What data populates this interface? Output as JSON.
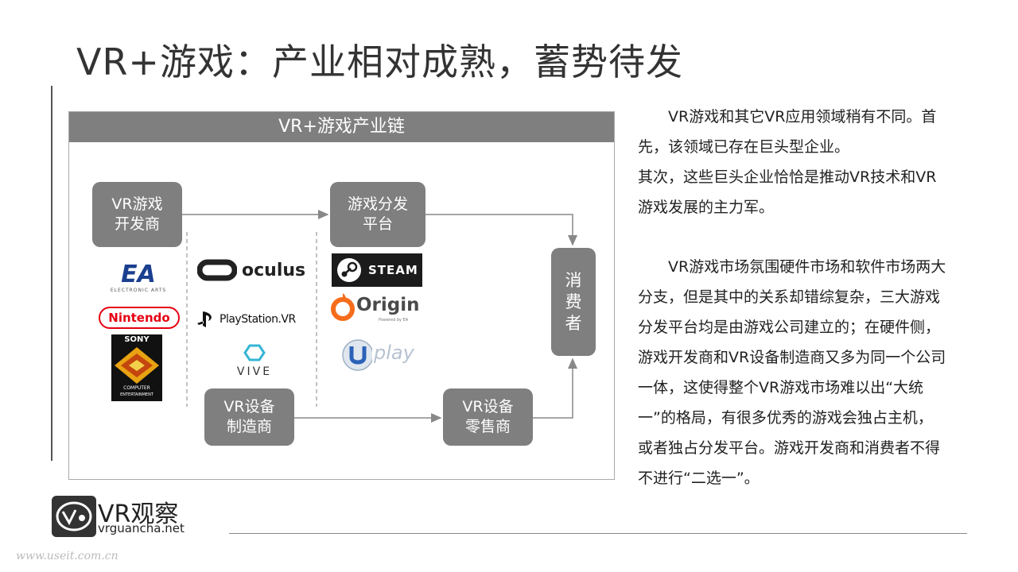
{
  "title": "VR+游戏：产业相对成熟，蓄势待发",
  "panel": {
    "heading": "VR+游戏产业链"
  },
  "nodes": {
    "developer": [
      "VR游戏",
      "开发商"
    ],
    "platform": [
      "游戏分发",
      "平台"
    ],
    "consumer": [
      "消",
      "费",
      "者"
    ],
    "manufacturer": [
      "VR设备",
      "制造商"
    ],
    "retailer": [
      "VR设备",
      "零售商"
    ]
  },
  "logos": {
    "ea": {
      "mark": "EA",
      "sub": "ELECTRONIC ARTS"
    },
    "nintendo": "Nintendo",
    "sony": {
      "top": "SONY",
      "bottom1": "COMPUTER",
      "bottom2": "ENTERTAINMENT"
    },
    "oculus": "oculus",
    "psvr": "PlayStation.VR",
    "vive": "VIVE",
    "steam": "STEAM",
    "origin": {
      "name": "Origin",
      "sub": "Powered by EA"
    },
    "uplay": "play"
  },
  "paragraphs": [
    [
      "　　VR游戏和其它VR应用领域稍有不同。首",
      "先，该领域已存在巨头型企业。",
      "其次，这些巨头企业恰恰是推动VR技术和VR",
      "游戏发展的主力军。"
    ],
    [
      "　　VR游戏市场氛围硬件市场和软件市场两大",
      "分支，但是其中的关系却错综复杂，三大游戏",
      "分发平台均是由游戏公司建立的；在硬件侧，",
      "游戏开发商和VR设备制造商又多为同一个公司",
      "一体，这使得整个VR游戏市场难以出“大统",
      "一”的格局，有很多优秀的游戏会独占主机，",
      "或者独占分发平台。游戏开发商和消费者不得",
      "不进行“二选一”。"
    ]
  ],
  "brand": {
    "name": "VR观察",
    "url": "vrguancha.net"
  },
  "watermark": "www.useit.com.cn"
}
